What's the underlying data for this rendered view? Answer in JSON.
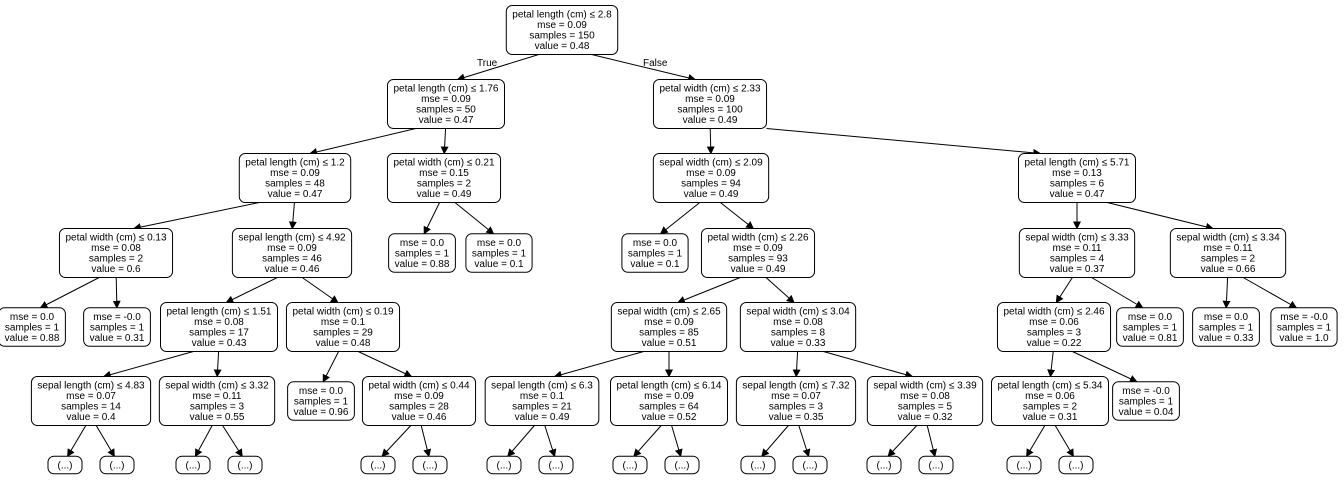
{
  "tree": {
    "edge_labels": {
      "true": "True",
      "false": "False"
    },
    "nodes": [
      {
        "id": "n0",
        "lines": [
          "petal length (cm) ≤ 2.8",
          "mse = 0.09",
          "samples = 150",
          "value = 0.48"
        ]
      },
      {
        "id": "n1",
        "lines": [
          "petal length (cm) ≤ 1.76",
          "mse = 0.09",
          "samples = 50",
          "value = 0.47"
        ]
      },
      {
        "id": "n2",
        "lines": [
          "petal width (cm) ≤ 2.33",
          "mse = 0.09",
          "samples = 100",
          "value = 0.49"
        ]
      },
      {
        "id": "n3",
        "lines": [
          "petal length (cm) ≤ 1.2",
          "mse = 0.09",
          "samples = 48",
          "value = 0.47"
        ]
      },
      {
        "id": "n4",
        "lines": [
          "petal width (cm) ≤ 0.21",
          "mse = 0.15",
          "samples = 2",
          "value = 0.49"
        ]
      },
      {
        "id": "n5",
        "lines": [
          "sepal width (cm) ≤ 2.09",
          "mse = 0.09",
          "samples = 94",
          "value = 0.49"
        ]
      },
      {
        "id": "n6",
        "lines": [
          "petal length (cm) ≤ 5.71",
          "mse = 0.13",
          "samples = 6",
          "value = 0.47"
        ]
      },
      {
        "id": "n7",
        "lines": [
          "petal width (cm) ≤ 0.13",
          "mse = 0.08",
          "samples = 2",
          "value = 0.6"
        ]
      },
      {
        "id": "n8",
        "lines": [
          "sepal length (cm) ≤ 4.92",
          "mse = 0.09",
          "samples = 46",
          "value = 0.46"
        ]
      },
      {
        "id": "n9",
        "lines": [
          "mse = 0.0",
          "samples = 1",
          "value = 0.88"
        ]
      },
      {
        "id": "n10",
        "lines": [
          "mse = 0.0",
          "samples = 1",
          "value = 0.1"
        ]
      },
      {
        "id": "n11",
        "lines": [
          "mse = 0.0",
          "samples = 1",
          "value = 0.1"
        ]
      },
      {
        "id": "n12",
        "lines": [
          "petal width (cm) ≤ 2.26",
          "mse = 0.09",
          "samples = 93",
          "value = 0.49"
        ]
      },
      {
        "id": "n13",
        "lines": [
          "sepal width (cm) ≤ 3.33",
          "mse = 0.11",
          "samples = 4",
          "value = 0.37"
        ]
      },
      {
        "id": "n14",
        "lines": [
          "sepal width (cm) ≤ 3.34",
          "mse = 0.11",
          "samples = 2",
          "value = 0.66"
        ]
      },
      {
        "id": "n15",
        "lines": [
          "mse = 0.0",
          "samples = 1",
          "value = 0.88"
        ]
      },
      {
        "id": "n16",
        "lines": [
          "mse = -0.0",
          "samples = 1",
          "value = 0.31"
        ]
      },
      {
        "id": "n17",
        "lines": [
          "petal length (cm) ≤ 1.51",
          "mse = 0.08",
          "samples = 17",
          "value = 0.43"
        ]
      },
      {
        "id": "n18",
        "lines": [
          "petal width (cm) ≤ 0.19",
          "mse = 0.1",
          "samples = 29",
          "value = 0.48"
        ]
      },
      {
        "id": "n19",
        "lines": [
          "sepal width (cm) ≤ 2.65",
          "mse = 0.09",
          "samples = 85",
          "value = 0.51"
        ]
      },
      {
        "id": "n20",
        "lines": [
          "sepal width (cm) ≤ 3.04",
          "mse = 0.08",
          "samples = 8",
          "value = 0.33"
        ]
      },
      {
        "id": "n21",
        "lines": [
          "petal width (cm) ≤ 2.46",
          "mse = 0.06",
          "samples = 3",
          "value = 0.22"
        ]
      },
      {
        "id": "n22",
        "lines": [
          "mse = 0.0",
          "samples = 1",
          "value = 0.81"
        ]
      },
      {
        "id": "n23",
        "lines": [
          "mse = 0.0",
          "samples = 1",
          "value = 0.33"
        ]
      },
      {
        "id": "n24",
        "lines": [
          "mse = -0.0",
          "samples = 1",
          "value = 1.0"
        ]
      },
      {
        "id": "n25",
        "lines": [
          "sepal length (cm) ≤ 4.83",
          "mse = 0.07",
          "samples = 14",
          "value = 0.4"
        ]
      },
      {
        "id": "n26",
        "lines": [
          "sepal width (cm) ≤ 3.32",
          "mse = 0.11",
          "samples = 3",
          "value = 0.55"
        ]
      },
      {
        "id": "n27",
        "lines": [
          "mse = 0.0",
          "samples = 1",
          "value = 0.96"
        ]
      },
      {
        "id": "n28",
        "lines": [
          "petal width (cm) ≤ 0.44",
          "mse = 0.09",
          "samples = 28",
          "value = 0.46"
        ]
      },
      {
        "id": "n29",
        "lines": [
          "sepal length (cm) ≤ 6.3",
          "mse = 0.1",
          "samples = 21",
          "value = 0.49"
        ]
      },
      {
        "id": "n30",
        "lines": [
          "petal length (cm) ≤ 6.14",
          "mse = 0.09",
          "samples = 64",
          "value = 0.52"
        ]
      },
      {
        "id": "n31",
        "lines": [
          "sepal length (cm) ≤ 7.32",
          "mse = 0.07",
          "samples = 3",
          "value = 0.35"
        ]
      },
      {
        "id": "n32",
        "lines": [
          "sepal width (cm) ≤ 3.39",
          "mse = 0.08",
          "samples = 5",
          "value = 0.32"
        ]
      },
      {
        "id": "n33",
        "lines": [
          "petal length (cm) ≤ 5.34",
          "mse = 0.06",
          "samples = 2",
          "value = 0.31"
        ]
      },
      {
        "id": "n34",
        "lines": [
          "mse = -0.0",
          "samples = 1",
          "value = 0.04"
        ]
      },
      {
        "id": "t1",
        "lines": [
          "(...)"
        ]
      },
      {
        "id": "t2",
        "lines": [
          "(...)"
        ]
      },
      {
        "id": "t3",
        "lines": [
          "(...)"
        ]
      },
      {
        "id": "t4",
        "lines": [
          "(...)"
        ]
      },
      {
        "id": "t5",
        "lines": [
          "(...)"
        ]
      },
      {
        "id": "t6",
        "lines": [
          "(...)"
        ]
      },
      {
        "id": "t7",
        "lines": [
          "(...)"
        ]
      },
      {
        "id": "t8",
        "lines": [
          "(...)"
        ]
      },
      {
        "id": "t9",
        "lines": [
          "(...)"
        ]
      },
      {
        "id": "t10",
        "lines": [
          "(...)"
        ]
      },
      {
        "id": "t11",
        "lines": [
          "(...)"
        ]
      },
      {
        "id": "t12",
        "lines": [
          "(...)"
        ]
      },
      {
        "id": "t13",
        "lines": [
          "(...)"
        ]
      },
      {
        "id": "t14",
        "lines": [
          "(...)"
        ]
      },
      {
        "id": "t15",
        "lines": [
          "(...)"
        ]
      },
      {
        "id": "t16",
        "lines": [
          "(...)"
        ]
      }
    ],
    "edges": [
      [
        "n0",
        "n1"
      ],
      [
        "n0",
        "n2"
      ],
      [
        "n1",
        "n3"
      ],
      [
        "n1",
        "n4"
      ],
      [
        "n2",
        "n5"
      ],
      [
        "n2",
        "n6"
      ],
      [
        "n3",
        "n7"
      ],
      [
        "n3",
        "n8"
      ],
      [
        "n4",
        "n9"
      ],
      [
        "n4",
        "n10"
      ],
      [
        "n5",
        "n11"
      ],
      [
        "n5",
        "n12"
      ],
      [
        "n6",
        "n13"
      ],
      [
        "n6",
        "n14"
      ],
      [
        "n7",
        "n15"
      ],
      [
        "n7",
        "n16"
      ],
      [
        "n8",
        "n17"
      ],
      [
        "n8",
        "n18"
      ],
      [
        "n12",
        "n19"
      ],
      [
        "n12",
        "n20"
      ],
      [
        "n13",
        "n21"
      ],
      [
        "n13",
        "n22"
      ],
      [
        "n14",
        "n23"
      ],
      [
        "n14",
        "n24"
      ],
      [
        "n17",
        "n25"
      ],
      [
        "n17",
        "n26"
      ],
      [
        "n18",
        "n27"
      ],
      [
        "n18",
        "n28"
      ],
      [
        "n19",
        "n29"
      ],
      [
        "n19",
        "n30"
      ],
      [
        "n20",
        "n31"
      ],
      [
        "n20",
        "n32"
      ],
      [
        "n21",
        "n33"
      ],
      [
        "n21",
        "n34"
      ],
      [
        "n25",
        "t1"
      ],
      [
        "n25",
        "t2"
      ],
      [
        "n26",
        "t3"
      ],
      [
        "n26",
        "t4"
      ],
      [
        "n28",
        "t5"
      ],
      [
        "n28",
        "t6"
      ],
      [
        "n29",
        "t7"
      ],
      [
        "n29",
        "t8"
      ],
      [
        "n30",
        "t9"
      ],
      [
        "n30",
        "t10"
      ],
      [
        "n31",
        "t11"
      ],
      [
        "n31",
        "t12"
      ],
      [
        "n32",
        "t13"
      ],
      [
        "n32",
        "t14"
      ],
      [
        "n33",
        "t15"
      ],
      [
        "n33",
        "t16"
      ]
    ]
  }
}
